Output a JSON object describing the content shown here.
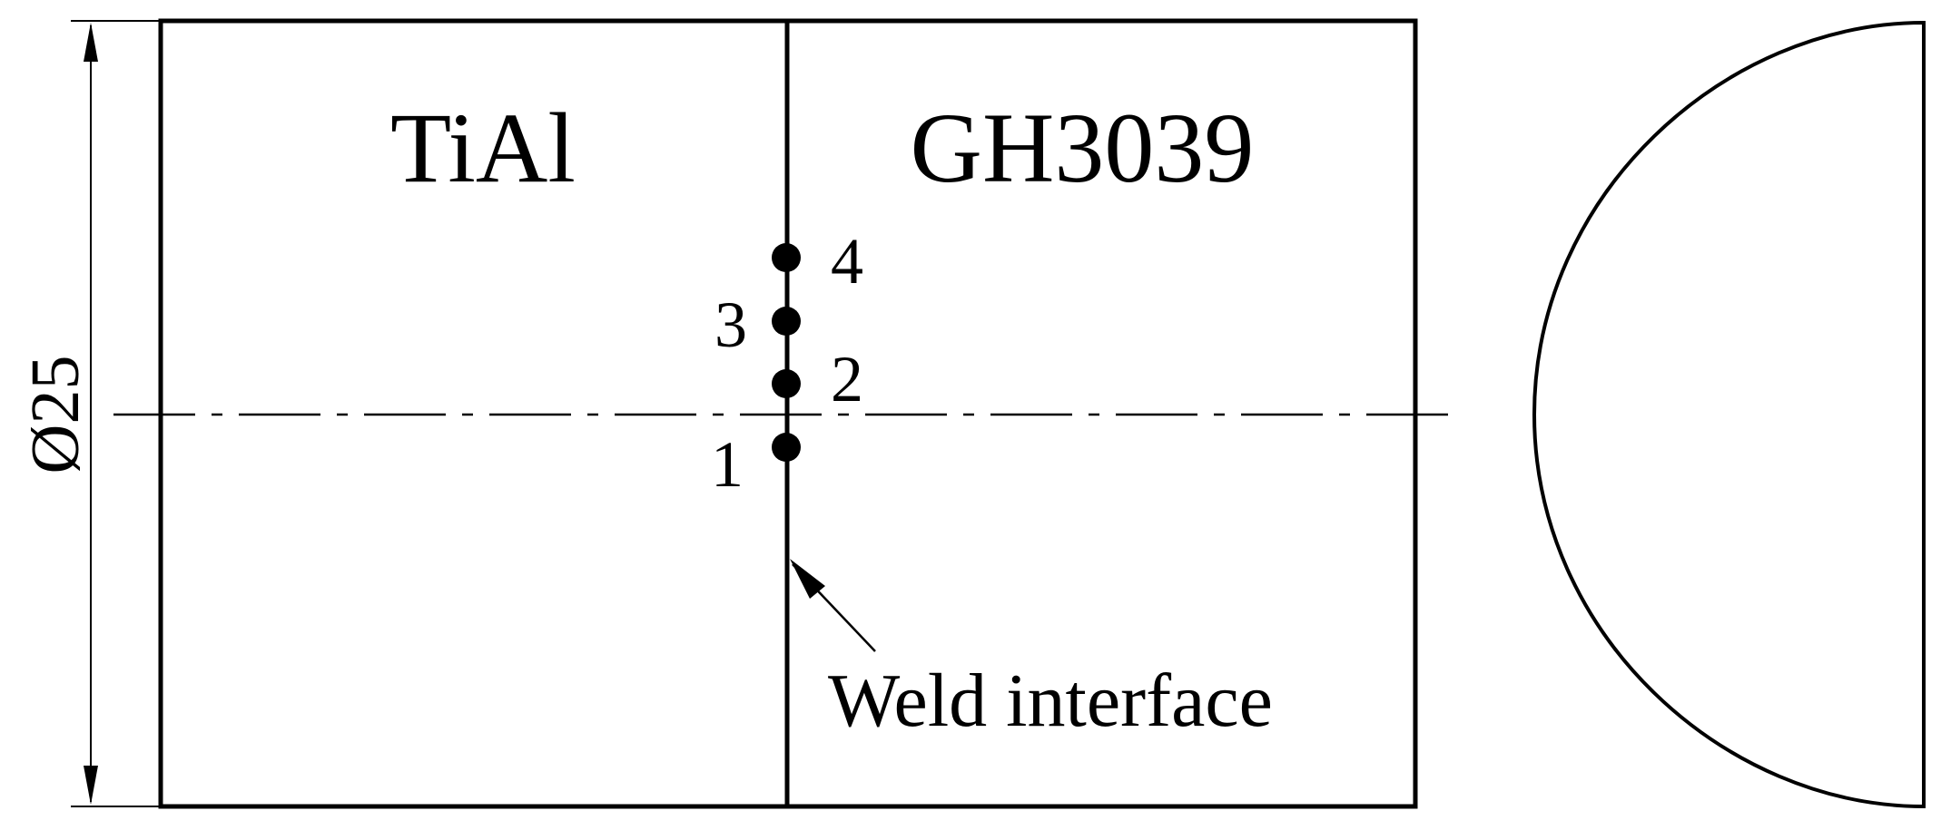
{
  "materials": {
    "left": "TiAl",
    "right": "GH3039"
  },
  "dimension": {
    "diameter_label": "Ø25"
  },
  "points": [
    {
      "label": "1"
    },
    {
      "label": "2"
    },
    {
      "label": "3"
    },
    {
      "label": "4"
    }
  ],
  "annotation": {
    "weld_interface": "Weld interface"
  },
  "colors": {
    "line": "#000000",
    "background": "#ffffff"
  }
}
